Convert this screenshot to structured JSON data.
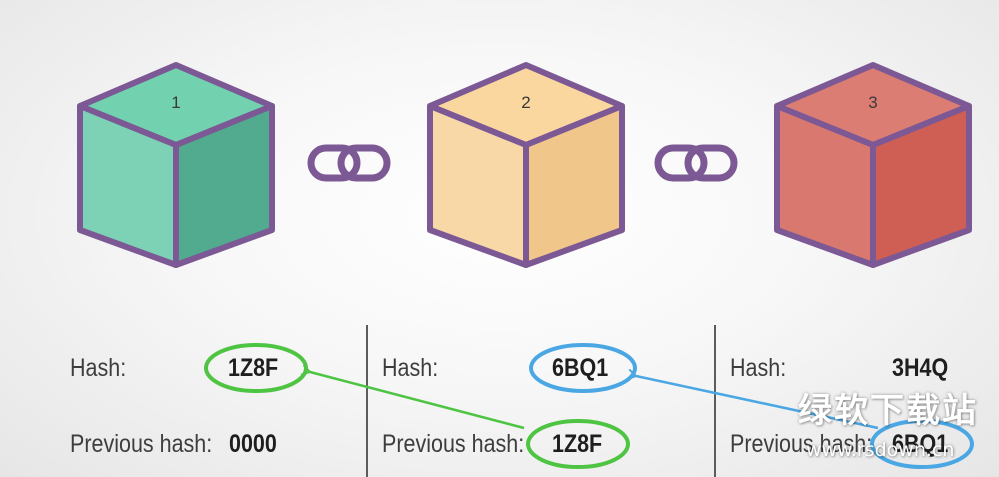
{
  "blocks": [
    {
      "number": "1",
      "hash_label": "Hash:",
      "hash": "1Z8F",
      "previous_hash_label": "Previous hash:",
      "previous_hash": "0000",
      "colors": {
        "top": "#72d2b0",
        "left": "#7dd1b5",
        "right": "#52aa8f"
      }
    },
    {
      "number": "2",
      "hash_label": "Hash:",
      "hash": "6BQ1",
      "previous_hash_label": "Previous hash:",
      "previous_hash": "1Z8F",
      "colors": {
        "top": "#fad79f",
        "left": "#f8d8a6",
        "right": "#f0c68a"
      }
    },
    {
      "number": "3",
      "hash_label": "Hash:",
      "hash": "3H4Q",
      "previous_hash_label": "Previous hash:",
      "previous_hash": "6BQ1",
      "colors": {
        "top": "#dc7d73",
        "left": "#d9786e",
        "right": "#cf5f55"
      }
    }
  ],
  "colors": {
    "cube_outline": "#7c5895",
    "chain": "#7c5895",
    "highlight_green": "#4ec443",
    "highlight_blue": "#4aa7e4",
    "divider": "#5c5c5c"
  },
  "icons": [
    "chain-link-icon",
    "cube-icon"
  ],
  "watermark": {
    "text": "绿软下载站",
    "url": "www.rsdown.cn"
  }
}
